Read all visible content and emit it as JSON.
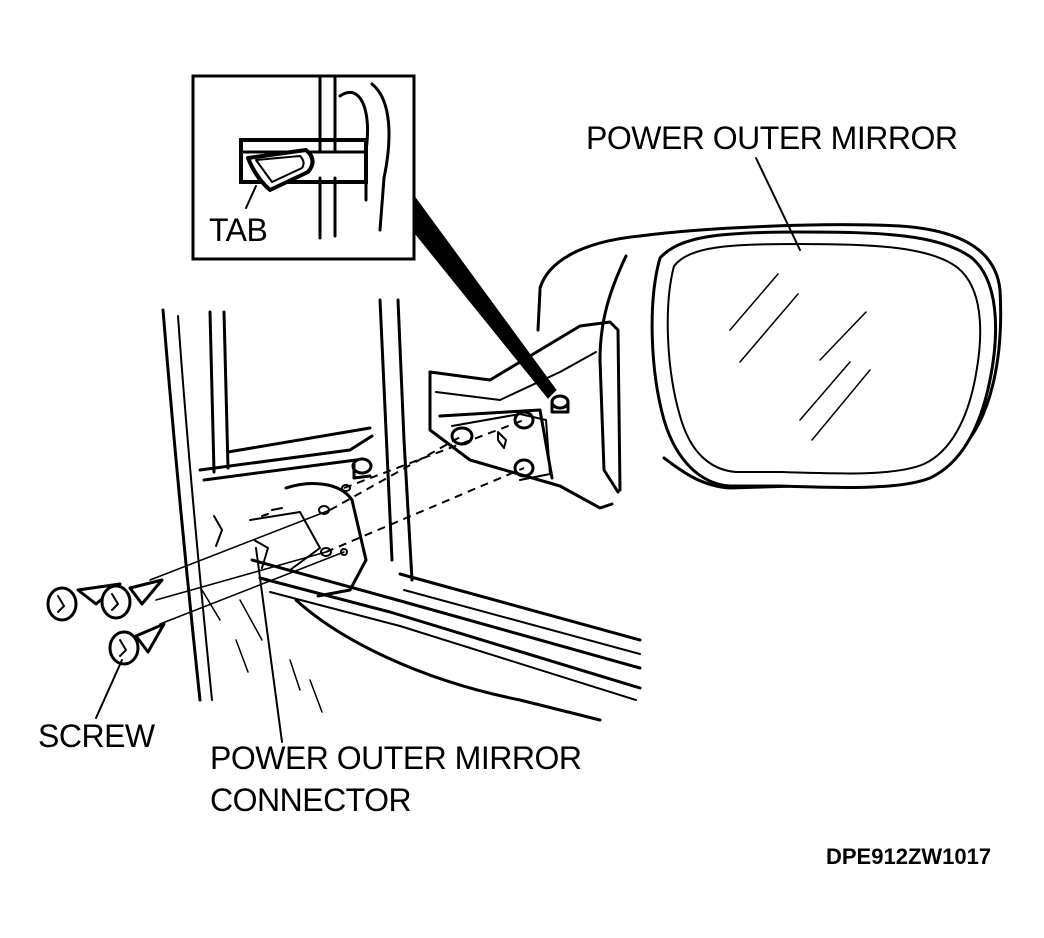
{
  "labels": {
    "power_outer_mirror": "POWER OUTER MIRROR",
    "tab": "TAB",
    "screw": "SCREW",
    "connector_line1": "POWER OUTER MIRROR",
    "connector_line2": "CONNECTOR",
    "figure_code": "DPE912ZW1017"
  }
}
